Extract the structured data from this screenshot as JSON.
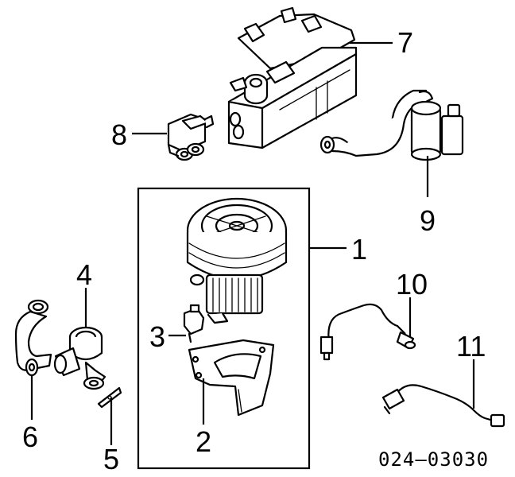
{
  "diagram": {
    "id_label": "024–03030",
    "callouts": [
      {
        "key": "c1",
        "text": "1"
      },
      {
        "key": "c2",
        "text": "2"
      },
      {
        "key": "c3",
        "text": "3"
      },
      {
        "key": "c4",
        "text": "4"
      },
      {
        "key": "c5",
        "text": "5"
      },
      {
        "key": "c6",
        "text": "6"
      },
      {
        "key": "c7",
        "text": "7"
      },
      {
        "key": "c8",
        "text": "8"
      },
      {
        "key": "c9",
        "text": "9"
      },
      {
        "key": "c10",
        "text": "10"
      },
      {
        "key": "c11",
        "text": "11"
      }
    ]
  }
}
